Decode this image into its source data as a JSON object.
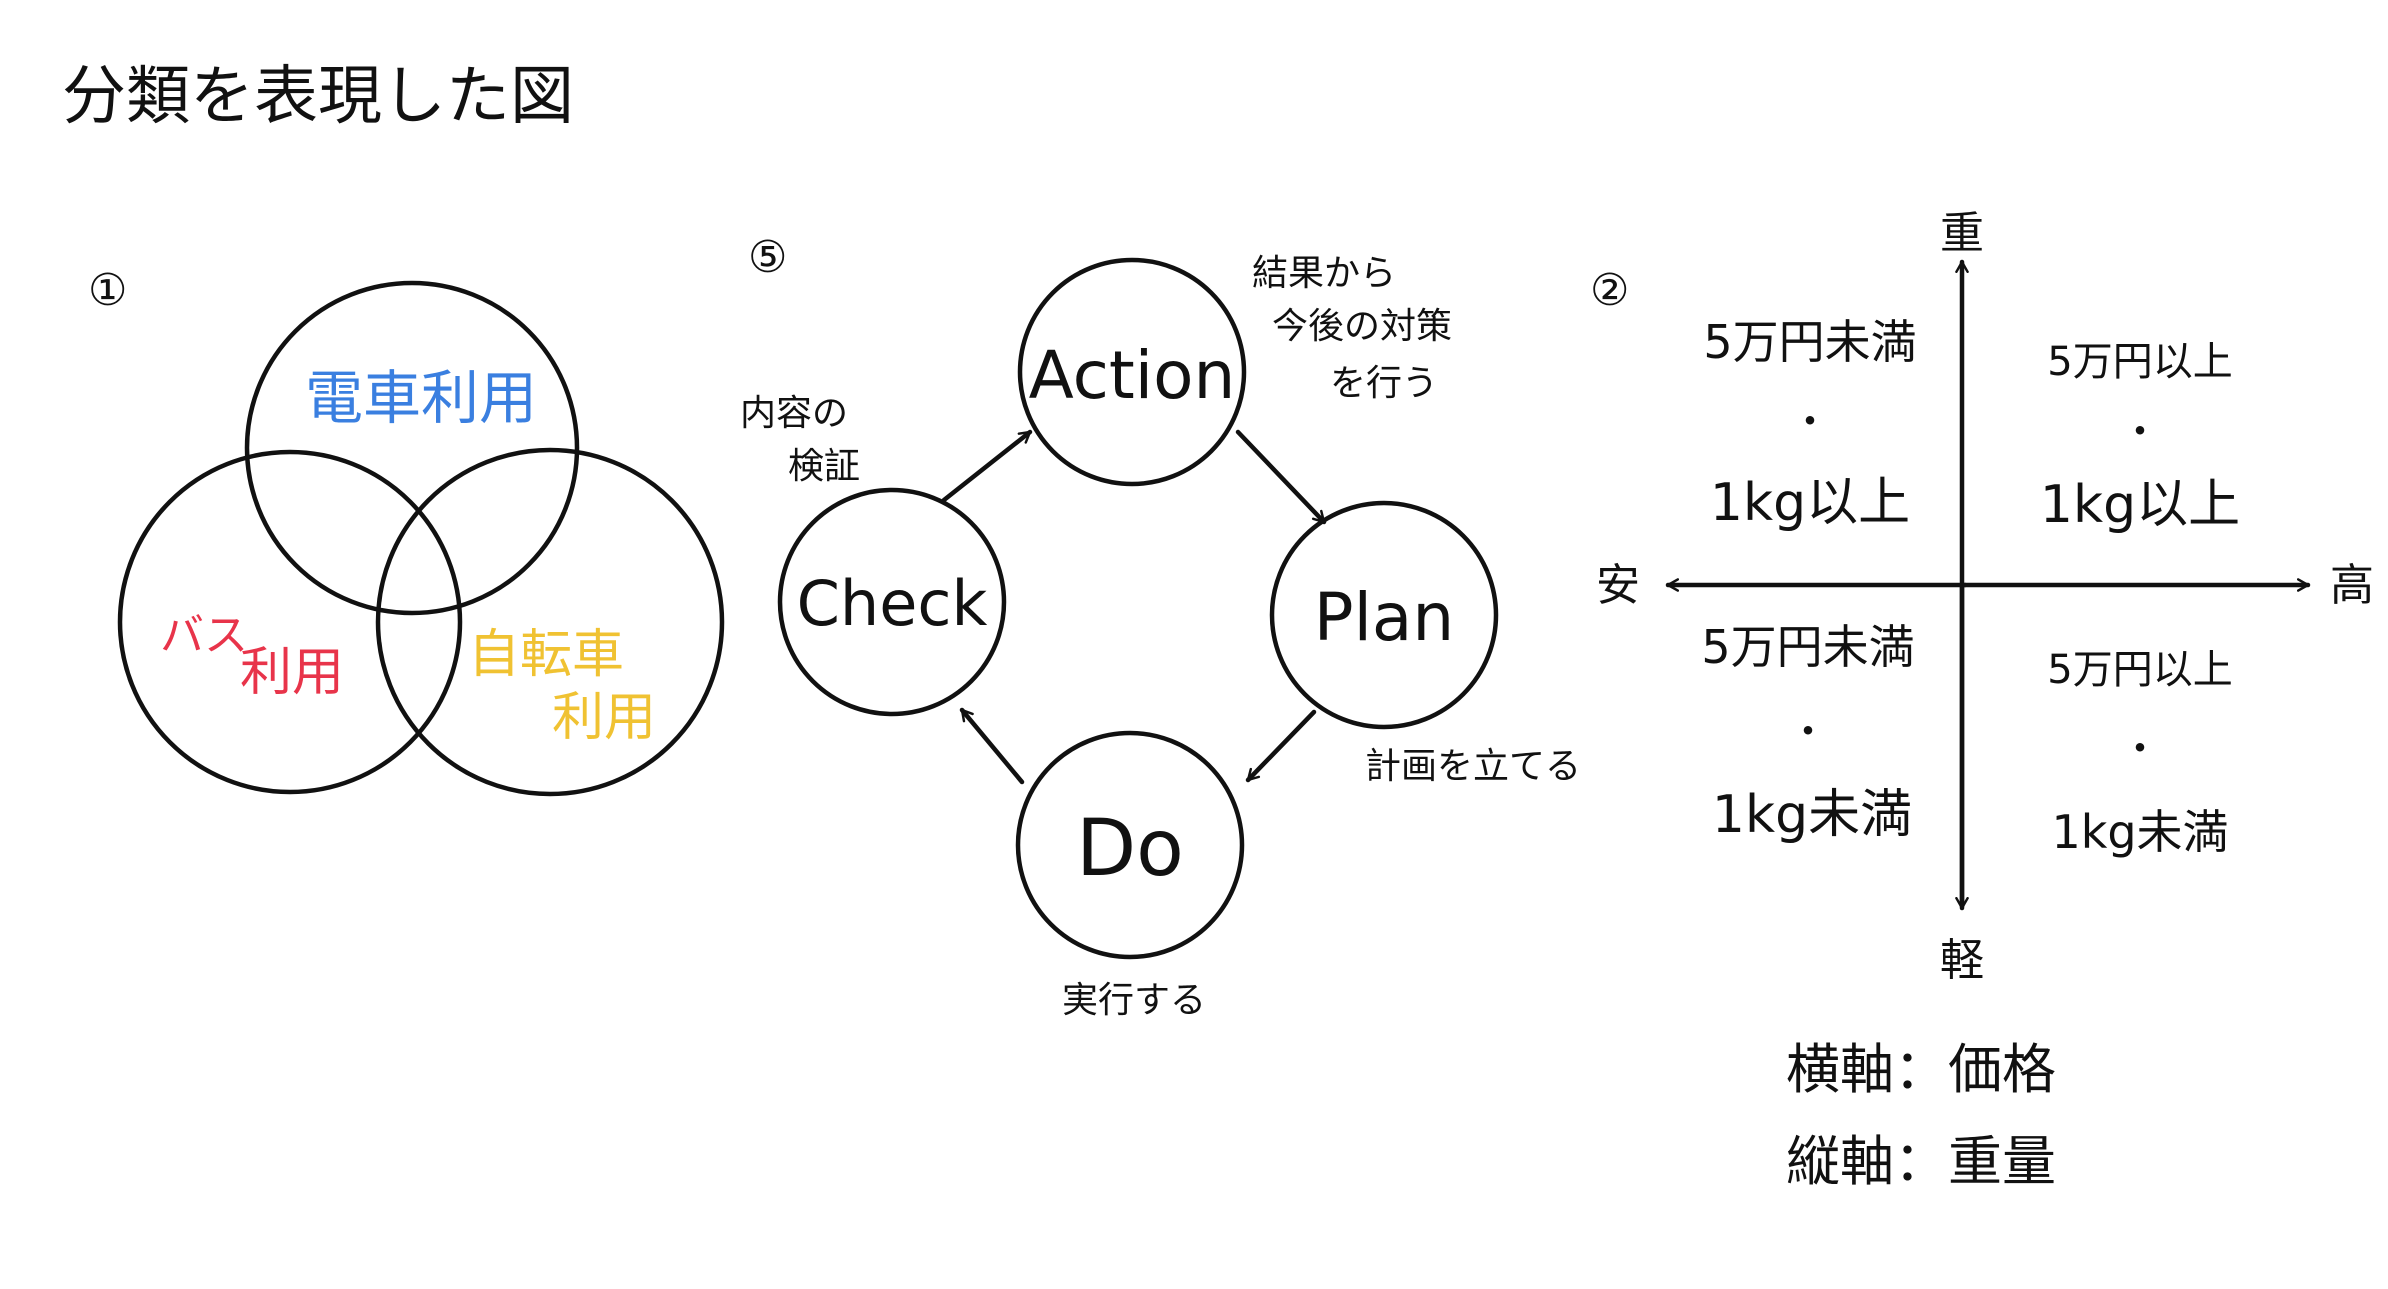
{
  "title": "分類を表現した図",
  "colors": {
    "ink": "#111111",
    "train": "#3a7fe0",
    "bus": "#e8344a",
    "bicycle": "#f0c232"
  },
  "venn": {
    "number": "①",
    "train_label": "電車利用",
    "bus_label_line1": "バス",
    "bus_label_line2": "利用",
    "bicycle_label_line1": "自転車",
    "bicycle_label_line2": "利用"
  },
  "pdca": {
    "number": "⑤",
    "action": "Action",
    "plan": "Plan",
    "do": "Do",
    "check": "Check",
    "action_note_line1": "結果から",
    "action_note_line2": "今後の対策",
    "action_note_line3": "を行う",
    "plan_note": "計画を立てる",
    "do_note": "実行する",
    "check_note_line1": "内容の",
    "check_note_line2": "検証"
  },
  "matrix": {
    "number": "②",
    "axis_top": "重",
    "axis_bottom": "軽",
    "axis_left": "安",
    "axis_right": "高",
    "q_top_left_line1": "5万円未満",
    "q_top_left_dot": "・",
    "q_top_left_line2": "1kg以上",
    "q_top_right_line1": "5万円以上",
    "q_top_right_dot": "・",
    "q_top_right_line2": "1kg以上",
    "q_bottom_left_line1": "5万円未満",
    "q_bottom_left_dot": "・",
    "q_bottom_left_line2": "1kg未満",
    "q_bottom_right_line1": "5万円以上",
    "q_bottom_right_dot": "・",
    "q_bottom_right_line2": "1kg未満",
    "x_axis_legend": "横軸：価格",
    "y_axis_legend": "縦軸：重量"
  }
}
